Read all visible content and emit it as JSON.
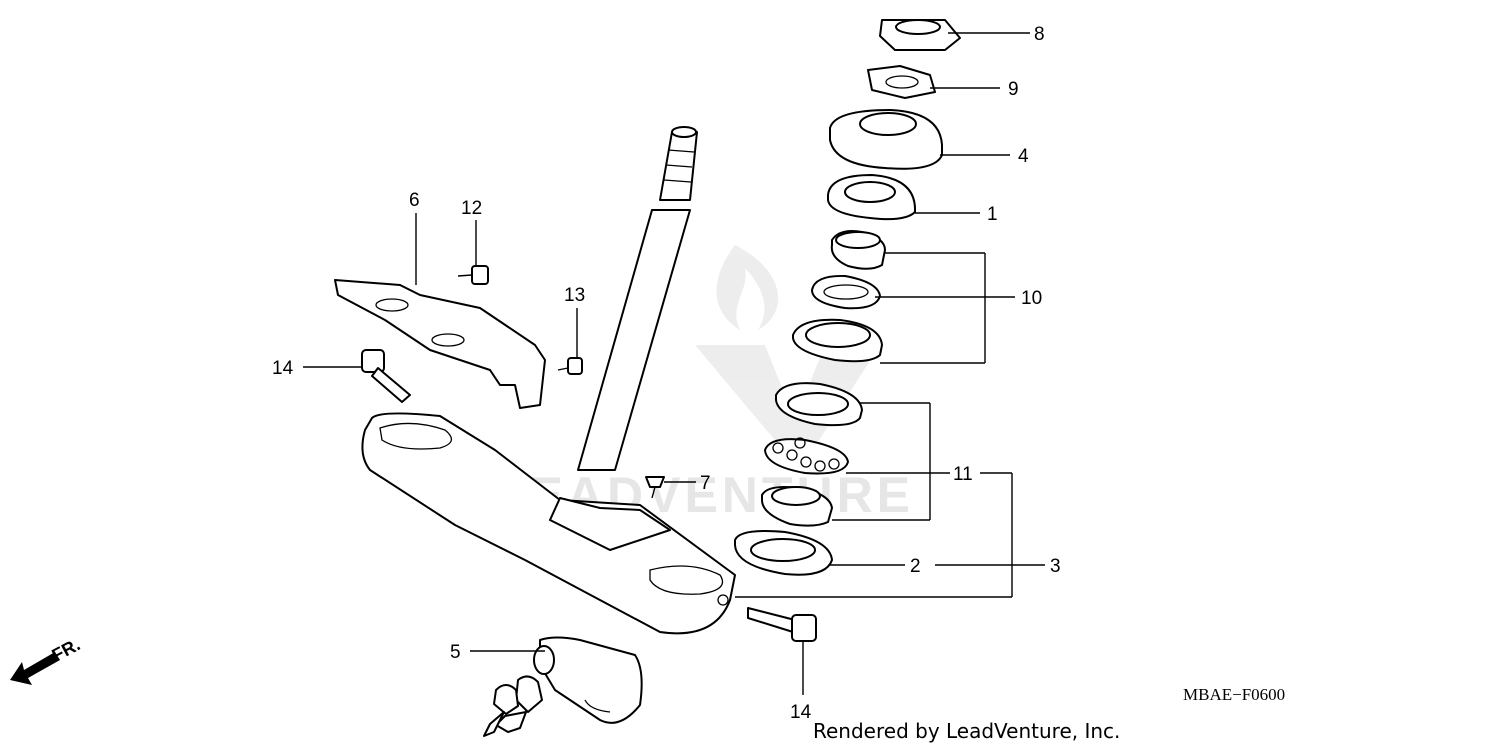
{
  "diagram": {
    "callouts": [
      {
        "id": "c1",
        "text": "1"
      },
      {
        "id": "c2",
        "text": "2"
      },
      {
        "id": "c3",
        "text": "3"
      },
      {
        "id": "c4",
        "text": "4"
      },
      {
        "id": "c5",
        "text": "5"
      },
      {
        "id": "c6",
        "text": "6"
      },
      {
        "id": "c7",
        "text": "7"
      },
      {
        "id": "c8",
        "text": "8"
      },
      {
        "id": "c9",
        "text": "9"
      },
      {
        "id": "c10",
        "text": "10"
      },
      {
        "id": "c11",
        "text": "11"
      },
      {
        "id": "c12",
        "text": "12"
      },
      {
        "id": "c13",
        "text": "13"
      },
      {
        "id": "c14a",
        "text": "14"
      },
      {
        "id": "c14b",
        "text": "14"
      }
    ],
    "direction_label": "FR.",
    "reference_code": "MBAE−F0600",
    "credit": "Rendered by LeadVenture, Inc.",
    "watermark": "LEADVENTURE"
  }
}
